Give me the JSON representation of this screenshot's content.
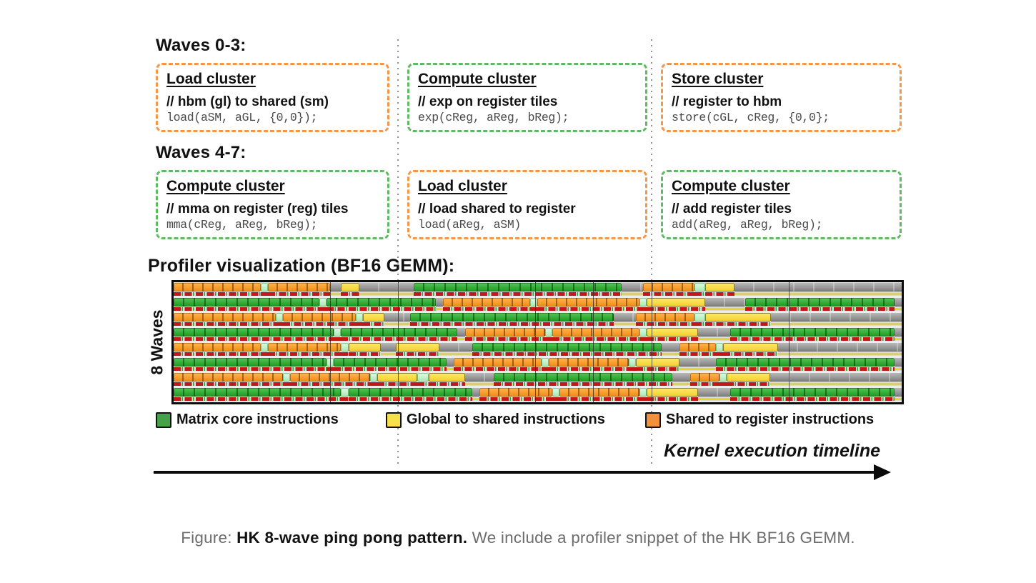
{
  "headings": {
    "waves_0_3": "Waves 0-3:",
    "waves_4_7": "Waves 4-7:",
    "profiler": "Profiler visualization (BF16 GEMM):"
  },
  "clusters": {
    "row1": [
      {
        "title": "Load cluster",
        "comment": "// hbm (gl) to shared (sm)",
        "code": "load(aSM, aGL, {0,0});",
        "accent": "orange"
      },
      {
        "title": "Compute cluster",
        "comment": "// exp on register tiles",
        "code": "exp(cReg, aReg, bReg);",
        "accent": "green"
      },
      {
        "title": "Store cluster",
        "comment": "// register to hbm",
        "code": "store(cGL, cReg, {0,0};",
        "accent": "orange"
      }
    ],
    "row2": [
      {
        "title": "Compute cluster",
        "comment": "// mma on register (reg) tiles",
        "code": "mma(cReg, aReg, bReg);",
        "accent": "green"
      },
      {
        "title": "Load cluster",
        "comment": "// load shared to register",
        "code": "load(aReg, aSM)",
        "accent": "orange"
      },
      {
        "title": "Compute cluster",
        "comment": "// add register tiles",
        "code": "add(aReg, aReg, bReg);",
        "accent": "green"
      }
    ]
  },
  "profiler": {
    "y_axis_label": "8 Waves",
    "timeline_label": "Kernel execution timeline",
    "colors": {
      "matrix_core": "#45a249",
      "global_to_shared": "#f7e049",
      "shared_to_register": "#f2913b",
      "idle_gray": "#8c8c8c",
      "mint_marker": "#b5ecc2",
      "dash_red": "#c21717"
    },
    "legend": [
      {
        "label": "Matrix core instructions",
        "color": "#45a249"
      },
      {
        "label": "Global to shared instructions",
        "color": "#f7e049"
      },
      {
        "label": "Shared to register instructions",
        "color": "#f2913b"
      }
    ],
    "gridline_fractions": [
      21.5,
      30.8,
      49.7,
      57.6,
      65.7,
      84.5
    ],
    "rows": [
      [
        [
          "o",
          12
        ],
        [
          "m",
          1
        ],
        [
          "o",
          8.5
        ],
        [
          "gy",
          1.5
        ],
        [
          "y",
          2.5
        ],
        [
          "gy",
          7.5
        ],
        [
          "g",
          28.5
        ],
        [
          "gy",
          3
        ],
        [
          "o",
          7
        ],
        [
          "m",
          1.5
        ],
        [
          "y",
          4
        ],
        [
          "gy",
          23
        ]
      ],
      [
        [
          "g",
          20
        ],
        [
          "m",
          1
        ],
        [
          "g",
          15
        ],
        [
          "gy",
          1
        ],
        [
          "o",
          12
        ],
        [
          "m",
          1
        ],
        [
          "o",
          14
        ],
        [
          "m",
          1
        ],
        [
          "y",
          8
        ],
        [
          "gy",
          5.5
        ],
        [
          "g",
          20.5
        ],
        [
          "gy",
          1
        ]
      ],
      [
        [
          "o",
          14
        ],
        [
          "m",
          1
        ],
        [
          "o",
          10
        ],
        [
          "m",
          1
        ],
        [
          "y",
          3
        ],
        [
          "gy",
          3.5
        ],
        [
          "g",
          28
        ],
        [
          "gy",
          3
        ],
        [
          "o",
          8
        ],
        [
          "m",
          1.5
        ],
        [
          "y",
          9
        ],
        [
          "gy",
          18
        ]
      ],
      [
        [
          "g",
          22
        ],
        [
          "m",
          1
        ],
        [
          "g",
          16
        ],
        [
          "gy",
          1
        ],
        [
          "o",
          11
        ],
        [
          "m",
          1
        ],
        [
          "o",
          12
        ],
        [
          "m",
          1
        ],
        [
          "y",
          7
        ],
        [
          "gy",
          4.5
        ],
        [
          "g",
          22.5
        ],
        [
          "gy",
          1
        ]
      ],
      [
        [
          "o",
          12
        ],
        [
          "m",
          1
        ],
        [
          "o",
          10
        ],
        [
          "m",
          1
        ],
        [
          "y",
          4.5
        ],
        [
          "gy",
          2
        ],
        [
          "y",
          6
        ],
        [
          "gy",
          4.5
        ],
        [
          "g",
          26
        ],
        [
          "gy",
          2.5
        ],
        [
          "o",
          5
        ],
        [
          "m",
          1
        ],
        [
          "y",
          7.5
        ],
        [
          "gy",
          17
        ]
      ],
      [
        [
          "g",
          21
        ],
        [
          "m",
          1
        ],
        [
          "g",
          15.5
        ],
        [
          "gy",
          1
        ],
        [
          "o",
          12
        ],
        [
          "m",
          1
        ],
        [
          "o",
          11
        ],
        [
          "m",
          1
        ],
        [
          "y",
          6
        ],
        [
          "gy",
          5
        ],
        [
          "g",
          24.5
        ],
        [
          "gy",
          1
        ]
      ],
      [
        [
          "o",
          15
        ],
        [
          "m",
          1
        ],
        [
          "o",
          11
        ],
        [
          "m",
          1
        ],
        [
          "y",
          5.5
        ],
        [
          "m",
          1.5
        ],
        [
          "y",
          5
        ],
        [
          "gy",
          4
        ],
        [
          "g",
          24.5
        ],
        [
          "gy",
          2.5
        ],
        [
          "o",
          4
        ],
        [
          "m",
          1
        ],
        [
          "y",
          6
        ],
        [
          "gy",
          18
        ]
      ],
      [
        [
          "g",
          23
        ],
        [
          "m",
          1
        ],
        [
          "g",
          17
        ],
        [
          "gy",
          1
        ],
        [
          "o",
          10
        ],
        [
          "m",
          1
        ],
        [
          "o",
          11
        ],
        [
          "m",
          1
        ],
        [
          "y",
          7
        ],
        [
          "gy",
          4.5
        ],
        [
          "g",
          22.5
        ],
        [
          "gy",
          1
        ]
      ]
    ]
  },
  "caption": {
    "prefix": "Figure: ",
    "bold": "HK 8-wave ping pong pattern.",
    "rest": " We include a profiler snippet of the HK BF16 GEMM."
  }
}
